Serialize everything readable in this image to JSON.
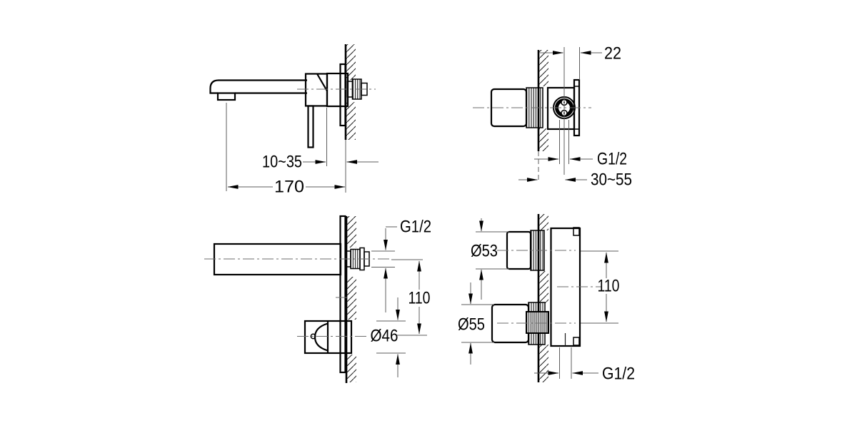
{
  "title": "Wall-mounted basin mixer installation drawing",
  "drawing_type": "technical-dimension-drawing",
  "colors": {
    "background": "#ffffff",
    "outline": "#000000",
    "dimension_lines": "#5c5c5c",
    "centerlines": "#6e6e6e",
    "text": "#000000"
  },
  "views": {
    "top_left": {
      "name": "round-spout-side-view",
      "dims": {
        "wall_offset": "10~35",
        "spout_length": "170"
      }
    },
    "top_right": {
      "name": "valve-body-side-view",
      "dims": {
        "depth": "22",
        "thread": "G1/2",
        "install_range": "30~55"
      }
    },
    "bottom_left": {
      "name": "square-spout-side-view",
      "dims": {
        "thread": "G1/2",
        "axis_spacing": "110",
        "handle_diameter": "Ø46"
      }
    },
    "bottom_right": {
      "name": "concealed-body-front-view",
      "dims": {
        "spout_diameter": "Ø53",
        "handle_diameter": "Ø55",
        "axis_spacing": "110",
        "thread": "G1/2"
      }
    }
  }
}
